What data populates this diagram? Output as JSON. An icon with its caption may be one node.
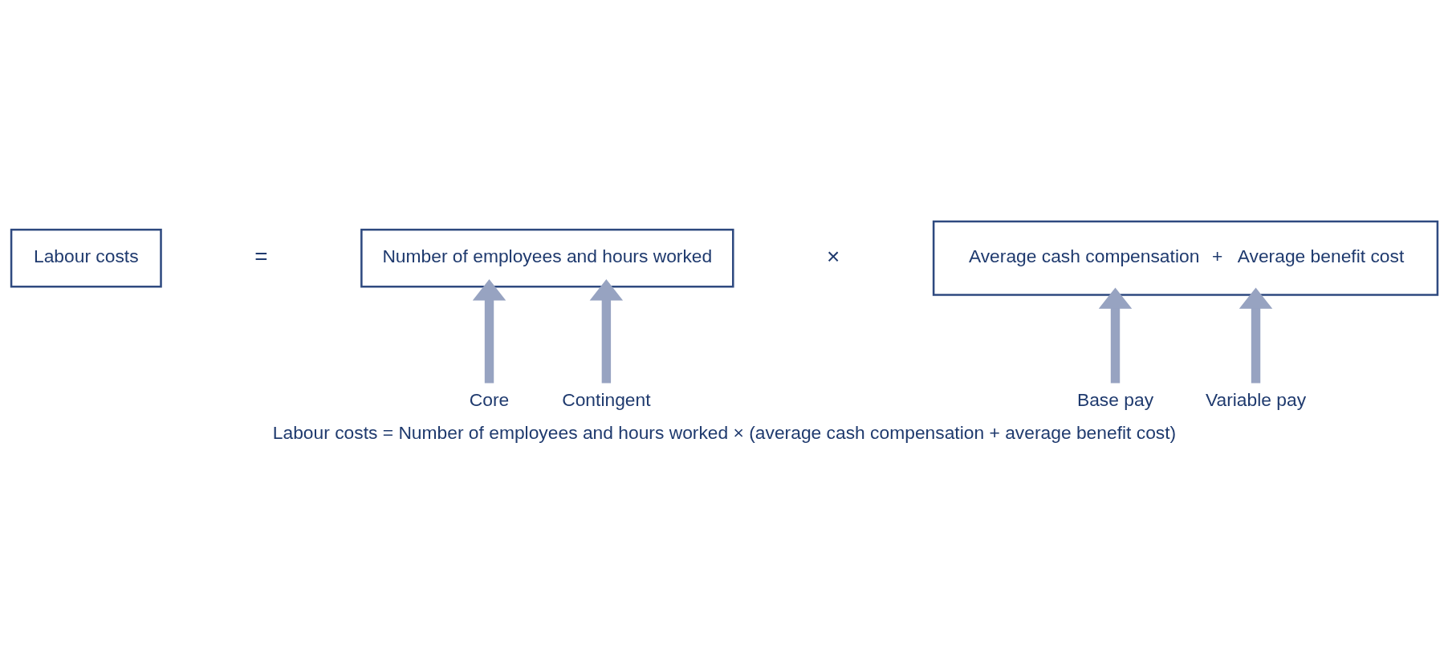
{
  "diagram": {
    "caption": "Labour costs = Number of employees and hours worked × (average cash compensation + average benefit cost)",
    "nodes": [
      {
        "text": [
          "Labour costs"
        ]
      },
      {
        "text": [
          "Number of employees and hours worked"
        ]
      },
      {
        "text": [
          "Average cash compensation",
          "+",
          "Average benefit cost"
        ]
      },
      {
        "text": [
          "Core"
        ]
      },
      {
        "text": [
          "Contingent"
        ]
      },
      {
        "text": [
          "Base pay"
        ]
      },
      {
        "text": [
          "Variable pay"
        ]
      }
    ],
    "edges": [
      {
        "from": 3,
        "to": 1,
        "arrow": "to"
      },
      {
        "from": 4,
        "to": 1,
        "arrow": "to"
      },
      {
        "from": 5,
        "to": 2,
        "arrow": "to"
      },
      {
        "from": 6,
        "to": 2,
        "arrow": "to"
      }
    ],
    "labels": [
      "=",
      "×"
    ]
  }
}
